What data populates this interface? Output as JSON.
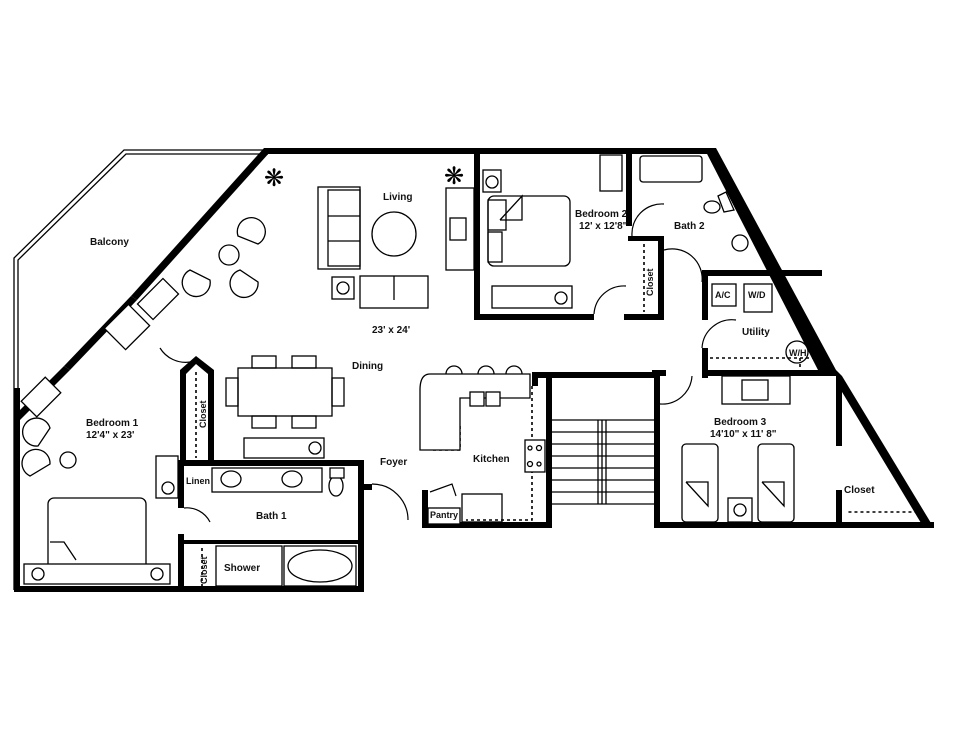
{
  "floor_plan": {
    "rooms": {
      "balcony": {
        "label": "Balcony"
      },
      "living": {
        "label": "Living",
        "dimensions": "23' x 24'"
      },
      "dining": {
        "label": "Dining"
      },
      "bedroom1": {
        "label": "Bedroom 1",
        "dimensions": "12'4\" x 23'"
      },
      "bedroom2": {
        "label": "Bedroom 2",
        "dimensions": "12' x 12'8\""
      },
      "bedroom3": {
        "label": "Bedroom 3",
        "dimensions": "14'10\" x 11' 8\""
      },
      "bath1": {
        "label": "Bath 1"
      },
      "bath2": {
        "label": "Bath 2"
      },
      "utility": {
        "label": "Utility"
      },
      "kitchen": {
        "label": "Kitchen"
      },
      "foyer": {
        "label": "Foyer"
      },
      "pantry": {
        "label": "Pantry"
      },
      "linen": {
        "label": "Linen"
      },
      "shower": {
        "label": "Shower"
      },
      "closet_bed1": {
        "label": "Closet"
      },
      "closet_bath1": {
        "label": "Closet"
      },
      "closet_bed2": {
        "label": "Closet"
      },
      "closet_bed3": {
        "label": "Closet"
      }
    },
    "appliances": {
      "ac": {
        "label": "A/C"
      },
      "washer_dryer": {
        "label": "W/D"
      },
      "water_heater": {
        "label": "W/H"
      }
    }
  }
}
